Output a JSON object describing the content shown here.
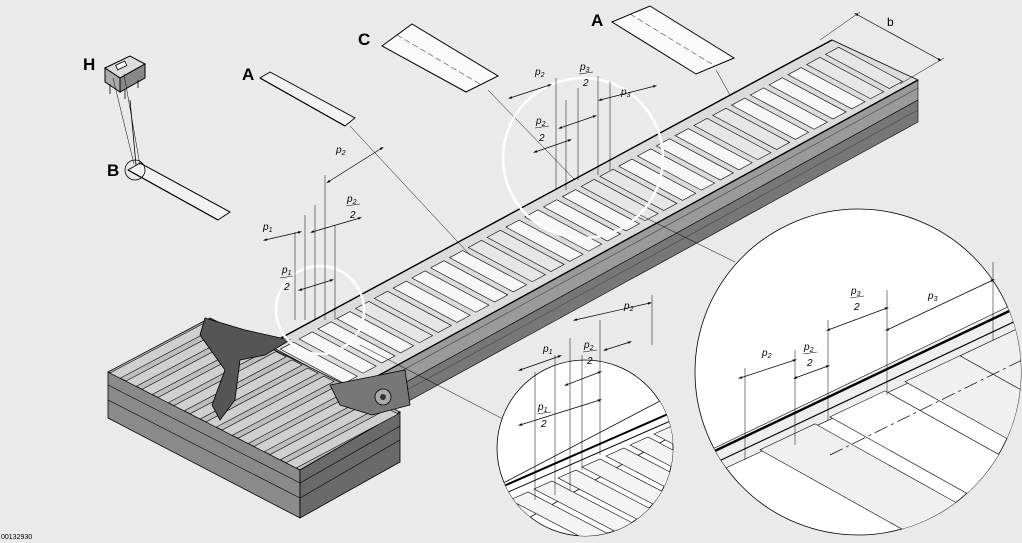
{
  "labels": {
    "H": "H",
    "B": "B",
    "A1": "A",
    "A2": "A",
    "C": "C",
    "b": "b"
  },
  "dims": {
    "p1": "p",
    "p1_sub": "1",
    "p2": "p",
    "p2_sub": "2",
    "p3": "p",
    "p3_sub": "3",
    "half": "2"
  },
  "doc_id": "00132930",
  "colors": {
    "background": "#eaeaea",
    "detail_circle": "#ffffff",
    "rail": "#555555",
    "slat": "#f4f4f4"
  }
}
